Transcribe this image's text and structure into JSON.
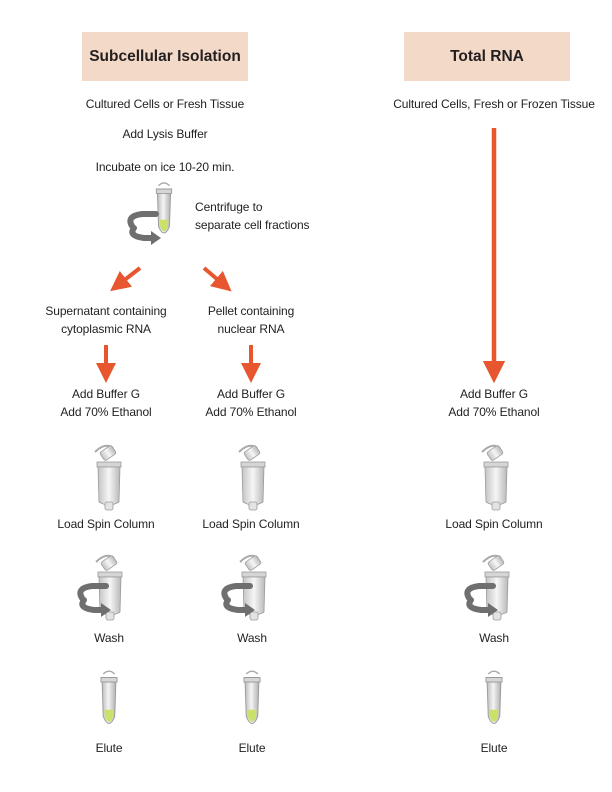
{
  "headers": {
    "subcellular": "Subcellular Isolation",
    "total": "Total RNA"
  },
  "subcellular": {
    "start": "Cultured Cells or Fresh Tissue",
    "lysis": "Add Lysis Buffer",
    "incubate": "Incubate on ice 10-20 min.",
    "centrifuge": [
      "Centrifuge to",
      "separate cell fractions"
    ],
    "branches": [
      {
        "label": [
          "Supernatant containing",
          "cytoplasmic RNA"
        ],
        "buffer": [
          "Add Buffer G",
          "Add 70% Ethanol"
        ],
        "load": "Load Spin Column",
        "wash": "Wash",
        "elute": "Elute"
      },
      {
        "label": [
          "Pellet containing",
          "nuclear RNA"
        ],
        "buffer": [
          "Add Buffer G",
          "Add 70% Ethanol"
        ],
        "load": "Load Spin Column",
        "wash": "Wash",
        "elute": "Elute"
      }
    ]
  },
  "total": {
    "start": "Cultured Cells, Fresh or Frozen Tissue",
    "buffer": [
      "Add Buffer G",
      "Add 70% Ethanol"
    ],
    "load": "Load Spin Column",
    "wash": "Wash",
    "elute": "Elute"
  },
  "colors": {
    "header_bg": "#f3d9c7",
    "arrow": "#e8562f",
    "rotation_arrow": "#6f6f6f",
    "tube": "#c9c9c9",
    "tube_fill": "#cbe26a"
  },
  "icons": [
    "centrifuge-tube-icon",
    "spin-column-icon",
    "rotation-arrow-icon",
    "collection-tube-icon"
  ]
}
